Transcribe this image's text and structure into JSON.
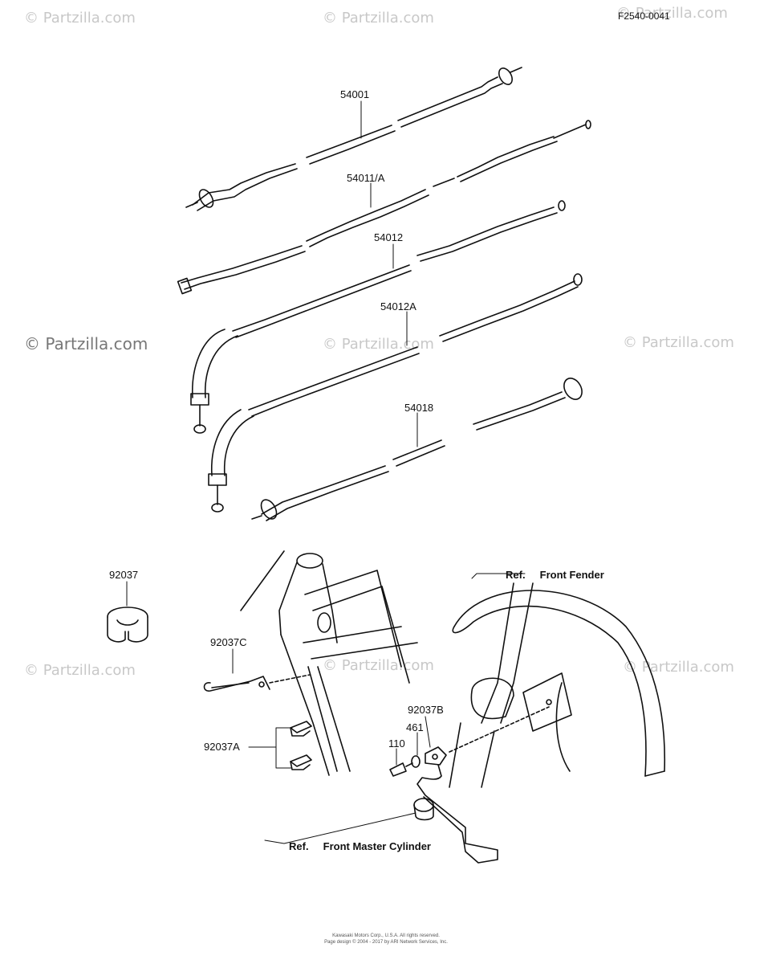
{
  "header": {
    "drawing_id": "F2540-0041"
  },
  "watermarks": {
    "text": "© Partzilla.com"
  },
  "callouts": {
    "c1": "54001",
    "c2": "54011/A",
    "c3": "54012",
    "c4": "54012A",
    "c5": "54018",
    "c6": "92037",
    "c7": "92037C",
    "c8": "92037A",
    "c9": "92037B",
    "c10": "461",
    "c11": "110"
  },
  "refs": {
    "front_fender_ref": "Ref.",
    "front_fender_name": "Front Fender",
    "master_cylinder_ref": "Ref.",
    "master_cylinder_name": "Front Master Cylinder"
  },
  "footer": {
    "line1": "Kawasaki Motors Corp., U.S.A. All rights reserved.",
    "line2": "Page design © 2004 - 2017 by ARI Network Services, Inc."
  }
}
